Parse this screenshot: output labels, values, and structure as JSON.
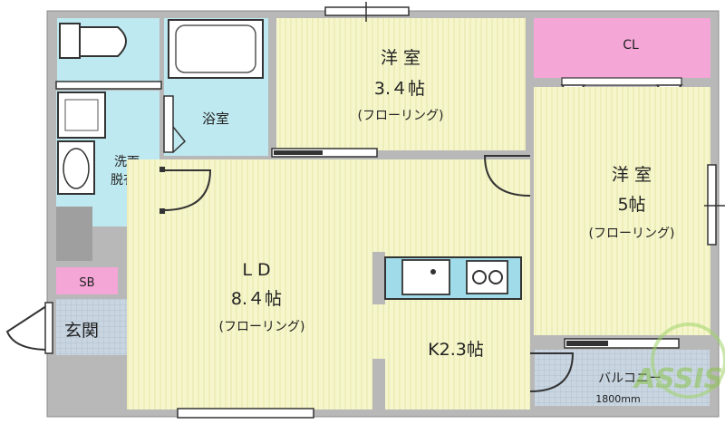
{
  "colors": {
    "wall": "#b7b7b7",
    "wall_stroke": "#8e8e8e",
    "flooring": "#f5f5c8",
    "wet_area": "#bde8ef",
    "closet": "#f4a6d7",
    "tile": "#b9c8d6",
    "kitchen": "#9fdbe8"
  },
  "rooms": {
    "western_room_1": {
      "name": "洋 室",
      "size": "3.４帖",
      "type": "(フローリング)"
    },
    "western_room_2": {
      "name": "洋 室",
      "size": "5帖",
      "type": "(フローリング)"
    },
    "ld": {
      "name": "L D",
      "size": "8.４帖",
      "type": "(フローリング)"
    },
    "kitchen": {
      "label": "K2.3帖"
    },
    "bathroom": {
      "label": "浴室"
    },
    "washroom": {
      "line1": "洗面",
      "line2": "脱衣所"
    },
    "closet": {
      "label": "CL"
    },
    "shoe_box": {
      "label": "SB"
    },
    "entrance": {
      "label": "玄関"
    },
    "balcony": {
      "label": "バルコニー",
      "width": "1800mm"
    }
  },
  "watermark": {
    "text": "ASSIST"
  }
}
